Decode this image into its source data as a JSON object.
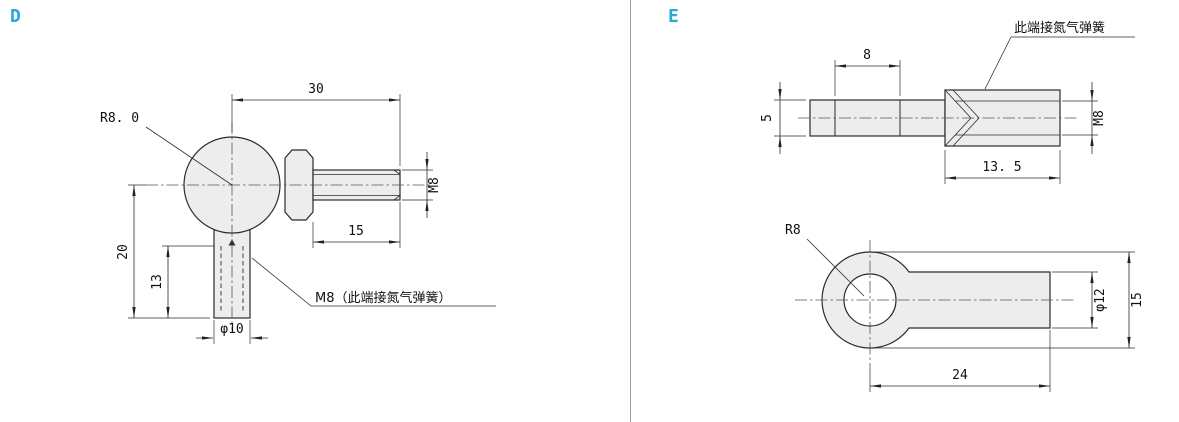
{
  "accent": "#29a9d4",
  "sections": {
    "d": {
      "label": "D",
      "dims": {
        "ball_radius": "R8. 0",
        "length_top": "30",
        "height": "20",
        "thread_depth": "13",
        "stud_length": "15",
        "stud_thread": "M8",
        "socket_dia": "φ10",
        "note": "M8（此端接氮气弹簧）"
      }
    },
    "e": {
      "label": "E",
      "note": "此端接氮气弹簧",
      "top_view": {
        "groove_length": "8",
        "rod_dia": "5",
        "body_length": "13. 5",
        "thread": "M8"
      },
      "bottom_view": {
        "eye_radius": "R8",
        "shank_dia": "φ12",
        "eye_height": "15",
        "length": "24"
      }
    }
  }
}
